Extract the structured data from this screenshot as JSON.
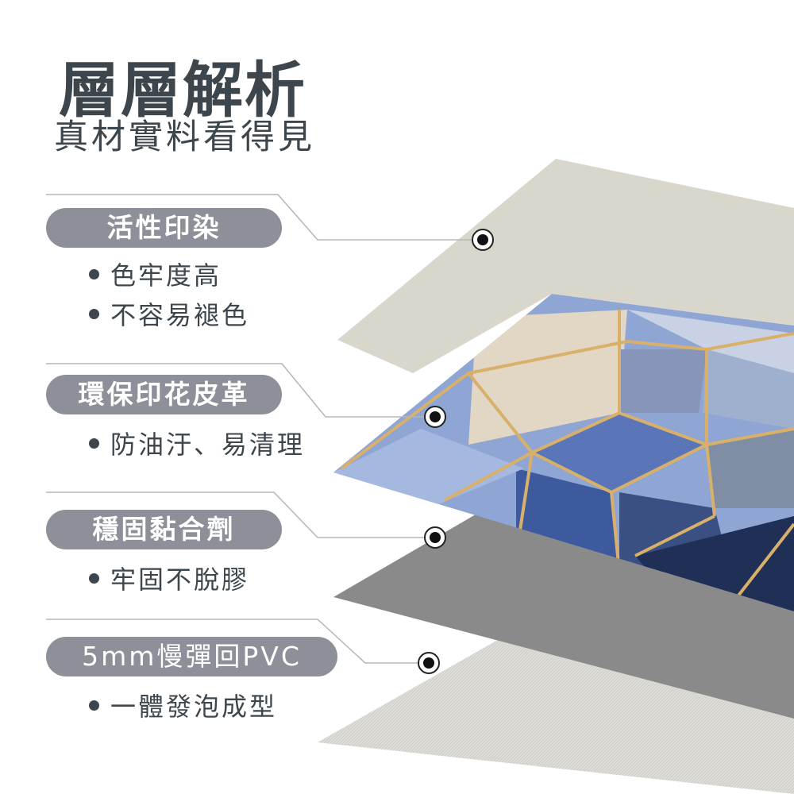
{
  "header": {
    "title": "層層解析",
    "subtitle": "真材實料看得見"
  },
  "layers": [
    {
      "label": "活性印染",
      "points": [
        "色牢度高",
        "不容易褪色"
      ]
    },
    {
      "label": "環保印花皮革",
      "points": [
        "防油汙、易清理"
      ]
    },
    {
      "label": "穩固黏合劑",
      "points": [
        "牢固不脫膠"
      ]
    },
    {
      "label": "5mm慢彈回PVC",
      "points": [
        "一體發泡成型"
      ]
    }
  ],
  "colors": {
    "pill": "#8d9099",
    "text": "#3c464c",
    "top_layer": "#d9d6cc",
    "glue_layer": "#8a8a8a",
    "base_layer": "#dcdad5"
  }
}
